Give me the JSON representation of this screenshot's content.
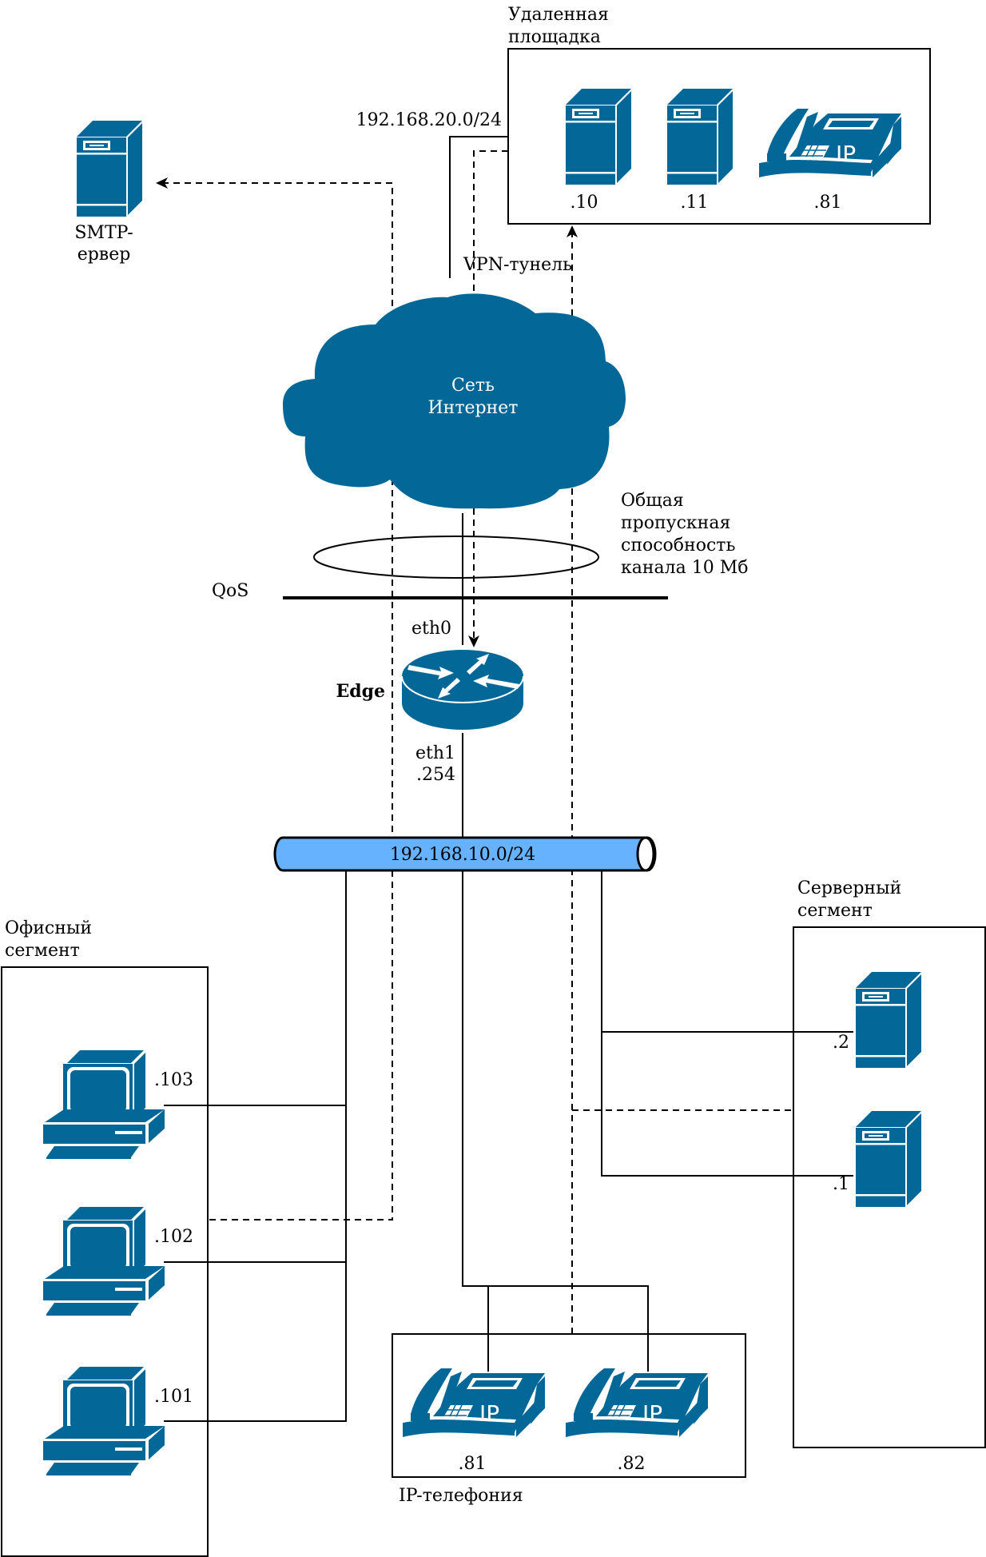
{
  "colors": {
    "icon": "#036897",
    "bus_fill": "#66B2FF",
    "line": "#000000"
  },
  "remote_site": {
    "title_line1": "Удаленная",
    "title_line2": "площадка",
    "subnet": "192.168.20.0/24",
    "devices": [
      {
        "type": "server-icon",
        "label": ".10"
      },
      {
        "type": "server-icon",
        "label": ".11"
      },
      {
        "type": "ip-phone-icon",
        "label": ".81"
      }
    ]
  },
  "smtp_server": {
    "label_line1": "SMTP-",
    "label_line2": "ервер"
  },
  "vpn": {
    "label": "VPN-тунель"
  },
  "internet": {
    "label_line1": "Сеть",
    "label_line2": "Интернет"
  },
  "bandwidth": {
    "lines": [
      "Общая",
      "пропускная",
      "способность",
      "канала 10 Мб"
    ]
  },
  "qos": {
    "label": "QoS"
  },
  "router": {
    "name": "Edge",
    "eth0": "eth0",
    "eth1": "eth1",
    "eth1_ip": ".254"
  },
  "bus": {
    "subnet": "192.168.10.0/24"
  },
  "office_segment": {
    "title_line1": "Офисный",
    "title_line2": "сегмент",
    "devices": [
      {
        "type": "workstation-icon",
        "label": ".103"
      },
      {
        "type": "workstation-icon",
        "label": ".102"
      },
      {
        "type": "workstation-icon",
        "label": ".101"
      }
    ]
  },
  "server_segment": {
    "title_line1": "Серверный",
    "title_line2": "сегмент",
    "devices": [
      {
        "type": "server-icon",
        "label": ".2"
      },
      {
        "type": "server-icon",
        "label": ".1"
      }
    ]
  },
  "ip_telephony": {
    "title": "IP-телефония",
    "devices": [
      {
        "type": "ip-phone-icon",
        "label": ".81"
      },
      {
        "type": "ip-phone-icon",
        "label": ".82"
      }
    ]
  }
}
